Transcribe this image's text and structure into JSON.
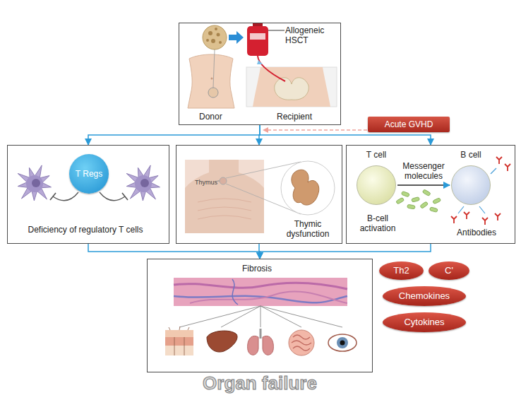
{
  "diagram": {
    "nodes": [
      {
        "text": [
          "Allogeneic HSCT",
          "Donor",
          "Recipient"
        ]
      },
      {
        "text": [
          "Acute GVHD"
        ]
      },
      {
        "text": [
          "Deficiency of regulatory T cells"
        ]
      },
      {
        "text": [
          "T Regs"
        ],
        "in": 2
      },
      {
        "text": [
          "Thymus",
          "Thymic dysfunction"
        ]
      },
      {
        "text": [
          "B-cell activation",
          "Antibodies"
        ]
      },
      {
        "text": [
          "T cell"
        ],
        "in": 5
      },
      {
        "text": [
          "B cell"
        ],
        "in": 5
      },
      {
        "text": [
          "Fibrosis"
        ]
      },
      {
        "text": [
          "Th2"
        ]
      },
      {
        "text": [
          "C'"
        ]
      },
      {
        "text": [
          "Chemokines"
        ]
      },
      {
        "text": [
          "Cytokines"
        ]
      }
    ],
    "edges": [
      {
        "from": 0,
        "to": 2,
        "arrow": "to"
      },
      {
        "from": 0,
        "to": 4,
        "arrow": "to"
      },
      {
        "from": 0,
        "to": 5,
        "arrow": "to"
      },
      {
        "from": 6,
        "to": 7,
        "label": "Messenger molecules",
        "arrow": "to"
      },
      {
        "from": 2,
        "to": 8,
        "arrow": "to"
      },
      {
        "from": 4,
        "to": 8,
        "arrow": "to"
      },
      {
        "from": 5,
        "to": 8,
        "arrow": "to"
      }
    ],
    "labels": [
      "Organ failure"
    ]
  }
}
